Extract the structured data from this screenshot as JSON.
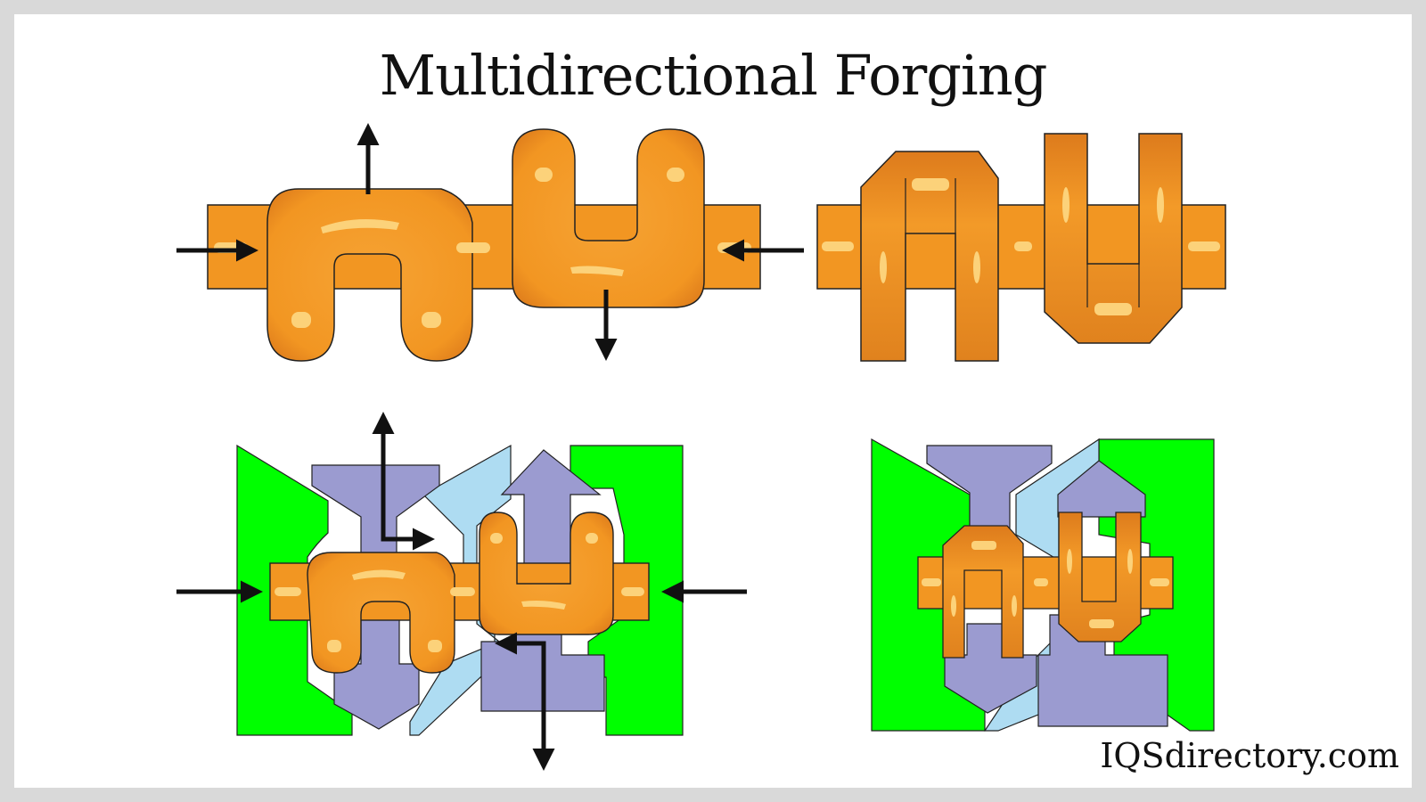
{
  "title": "Multidirectional Forging",
  "brand": "IQSdirectory.com",
  "colors": {
    "workpiece": "#F39A28",
    "workpiece_dark": "#DD7B1C",
    "highlight": "#FCD27A",
    "die_side": "#00FF00",
    "punch": "#9B9BD0",
    "punch_light": "#AEDCF2",
    "outline": "#111111",
    "background": "#FFFFFF",
    "border": "#D9D9D9"
  },
  "icons": [
    "force-arrow",
    "workpiece-crankshaft",
    "die-block",
    "punch"
  ]
}
